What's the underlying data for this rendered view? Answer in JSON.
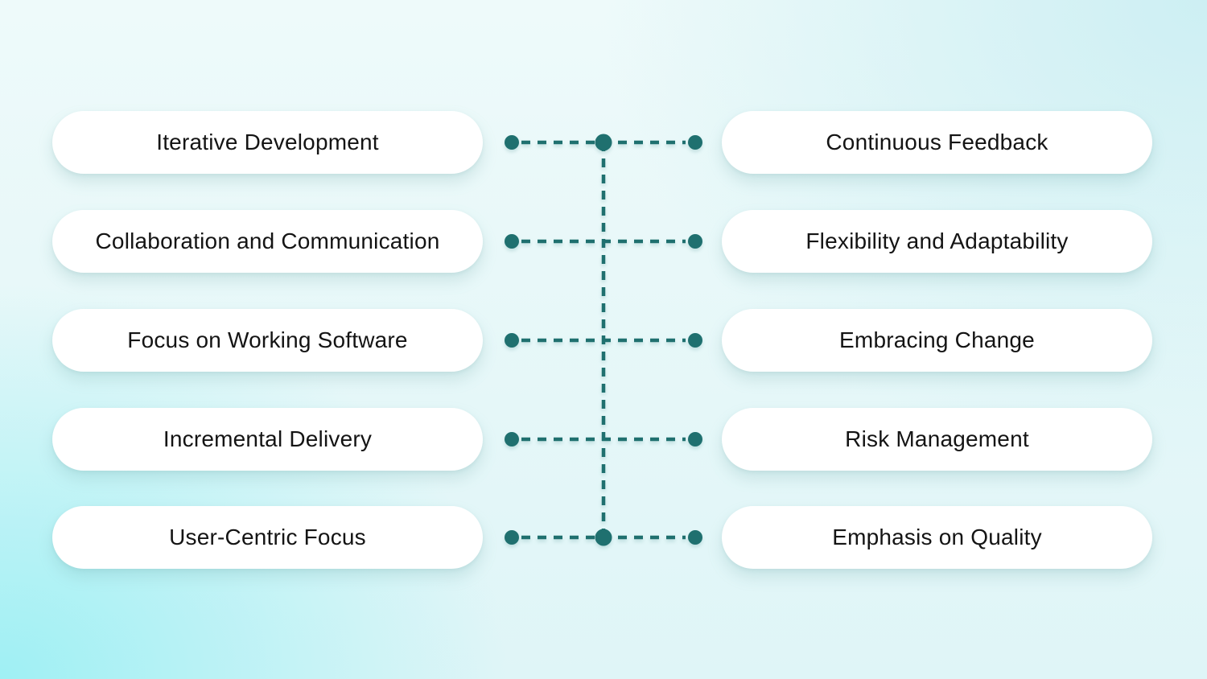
{
  "page": {
    "background": {
      "base": "#eefafa",
      "top_right": "#cdeff3",
      "bottom_left": "#9ff0f4",
      "bottom_right": "#dff5f7"
    }
  },
  "diagram": {
    "accent_color": "#1f706f",
    "pill_background": "#ffffff",
    "text_color": "#141414",
    "rows": [
      {
        "left": "Iterative Development",
        "right": "Continuous Feedback",
        "center_dot": true
      },
      {
        "left": "Collaboration and Communication",
        "right": "Flexibility and Adaptability",
        "center_dot": false
      },
      {
        "left": "Focus on Working Software",
        "right": "Embracing Change",
        "center_dot": false
      },
      {
        "left": "Incremental Delivery",
        "right": "Risk Management",
        "center_dot": false
      },
      {
        "left": "User-Centric Focus",
        "right": "Emphasis on Quality",
        "center_dot": true
      }
    ]
  }
}
